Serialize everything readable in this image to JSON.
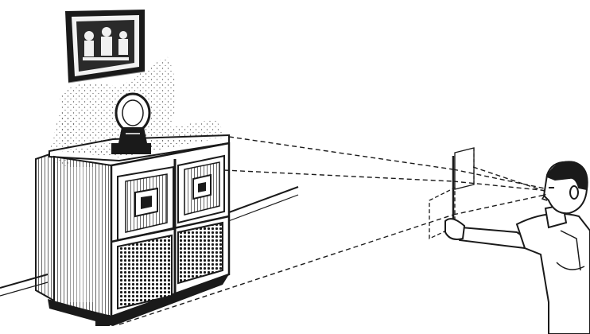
{
  "illustration": {
    "ink_color": "#1a1a1a",
    "paper_color": "#ffffff",
    "subjects": [
      "framed-picture",
      "radio-cabinet",
      "table-radio",
      "sight-lines",
      "measuring-card",
      "man-viewer"
    ]
  }
}
